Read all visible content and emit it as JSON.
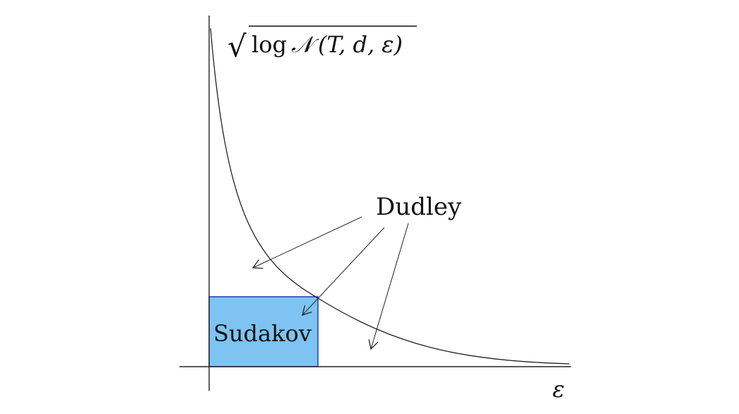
{
  "ylabel": {
    "root": "√",
    "log": "log",
    "N": "𝒩",
    "args": "(T, d, ε)"
  },
  "xlabel": "ε",
  "labels": {
    "dudley": "Dudley",
    "sudakov": "Sudakov"
  },
  "colors": {
    "sudakov_fill": "#7ec3f2",
    "sudakov_stroke": "#1a2fa8",
    "ink": "#222222"
  }
}
